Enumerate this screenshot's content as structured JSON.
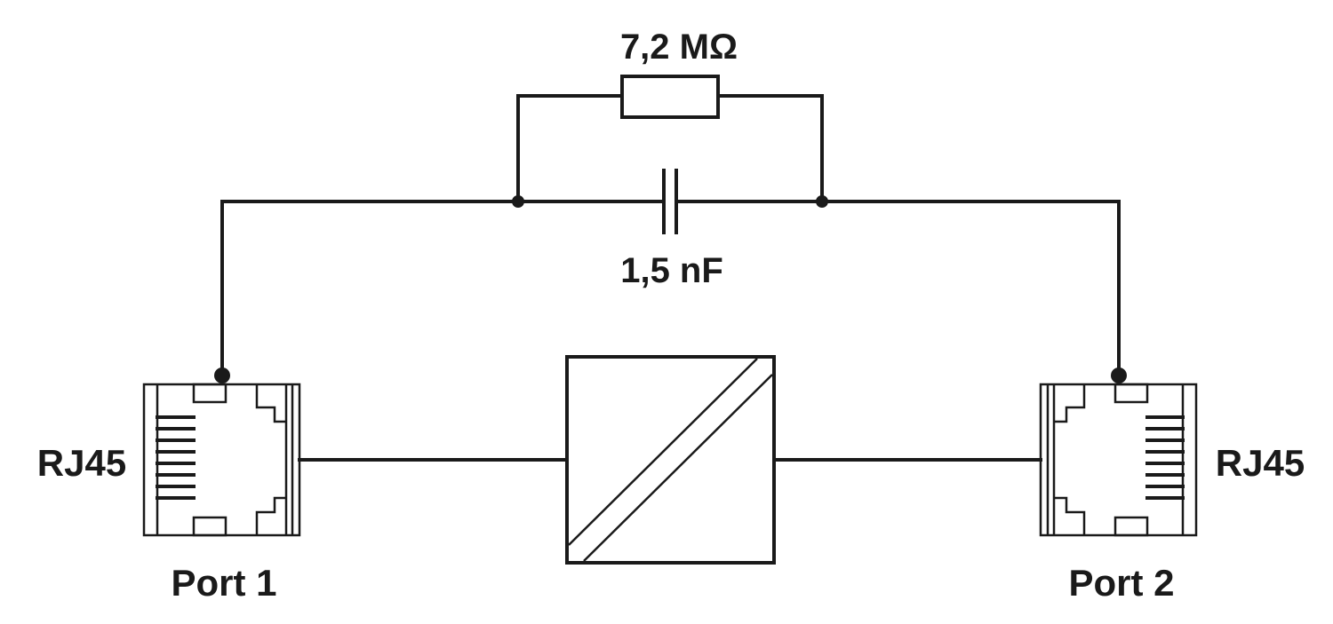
{
  "resistor": {
    "label": "7,2 MΩ"
  },
  "capacitor": {
    "label": "1,5 nF"
  },
  "port1": {
    "connector": "RJ45",
    "name": "Port 1"
  },
  "port2": {
    "connector": "RJ45",
    "name": "Port 2"
  },
  "colors": {
    "line": "#1a1a1a",
    "background": "#ffffff"
  }
}
